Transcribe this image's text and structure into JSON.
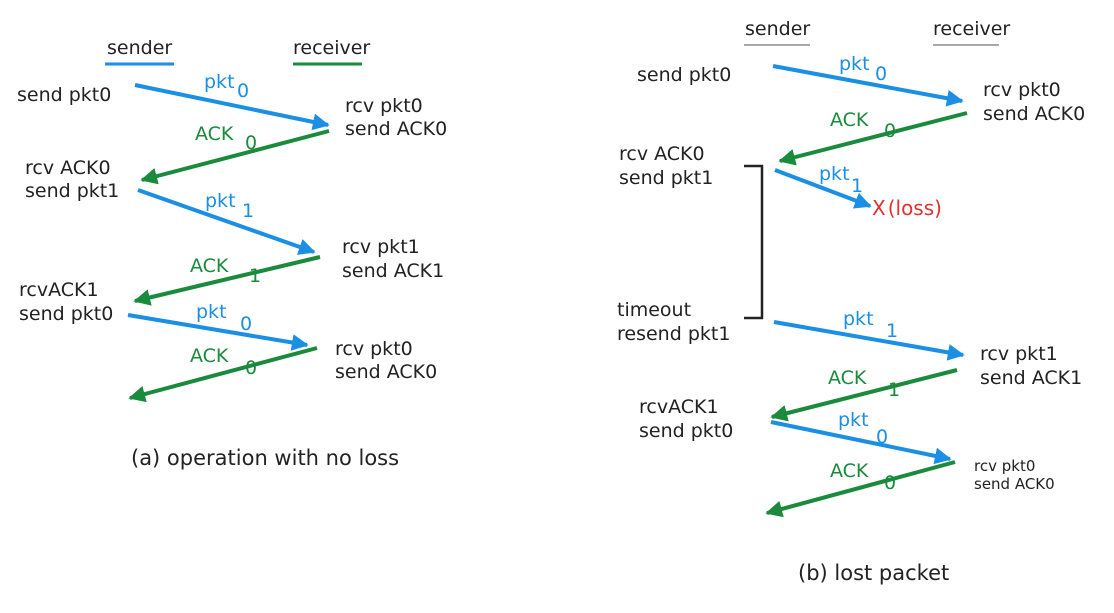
{
  "colors": {
    "sender": "#1a8fe3",
    "receiver": "#1a8a3c",
    "loss": "#e03030",
    "text": "#222222",
    "neutral_underline": "#8a8a8a"
  },
  "diagrams": [
    {
      "id": "a",
      "caption": "(a) operation with no loss",
      "header": {
        "sender": "sender",
        "receiver": "receiver"
      },
      "sender_events": [
        [
          "send pkt0"
        ],
        [
          "rcv ACK0",
          "send pkt1"
        ],
        [
          "rcvACK1",
          "send pkt0"
        ]
      ],
      "receiver_events": [
        [
          "rcv pkt0",
          "send ACK0"
        ],
        [
          "rcv pkt1",
          "send ACK1"
        ],
        [
          "rcv pkt0",
          "send ACK0"
        ]
      ],
      "messages": [
        {
          "direction": "sender-to-receiver",
          "label": "pkt",
          "seq": "0",
          "lost": false
        },
        {
          "direction": "receiver-to-sender",
          "label": "ACK",
          "seq": "0",
          "lost": false
        },
        {
          "direction": "sender-to-receiver",
          "label": "pkt",
          "seq": "1",
          "lost": false
        },
        {
          "direction": "receiver-to-sender",
          "label": "ACK",
          "seq": "1",
          "lost": false
        },
        {
          "direction": "sender-to-receiver",
          "label": "pkt",
          "seq": "0",
          "lost": false
        },
        {
          "direction": "receiver-to-sender",
          "label": "ACK",
          "seq": "0",
          "lost": false
        }
      ]
    },
    {
      "id": "b",
      "caption": "(b) lost packet",
      "header": {
        "sender": "sender",
        "receiver": "receiver"
      },
      "sender_events": [
        [
          "send pkt0"
        ],
        [
          "rcv ACK0",
          "send pkt1"
        ],
        [
          "timeout",
          "resend pkt1"
        ],
        [
          "rcvACK1",
          "send pkt0"
        ]
      ],
      "receiver_events": [
        [
          "rcv pkt0",
          "send ACK0"
        ],
        [
          "rcv pkt1",
          "send ACK1"
        ],
        [
          "rcv pkt0",
          "send ACK0"
        ]
      ],
      "loss_marker": {
        "symbol": "X",
        "text": "(loss)"
      },
      "messages": [
        {
          "direction": "sender-to-receiver",
          "label": "pkt",
          "seq": "0",
          "lost": false
        },
        {
          "direction": "receiver-to-sender",
          "label": "ACK",
          "seq": "0",
          "lost": false
        },
        {
          "direction": "sender-to-receiver",
          "label": "pkt",
          "seq": "1",
          "lost": true
        },
        {
          "direction": "sender-to-receiver",
          "label": "pkt",
          "seq": "1",
          "lost": false
        },
        {
          "direction": "receiver-to-sender",
          "label": "ACK",
          "seq": "1",
          "lost": false
        },
        {
          "direction": "sender-to-receiver",
          "label": "pkt",
          "seq": "0",
          "lost": false
        },
        {
          "direction": "receiver-to-sender",
          "label": "ACK",
          "seq": "0",
          "lost": false
        }
      ]
    }
  ]
}
